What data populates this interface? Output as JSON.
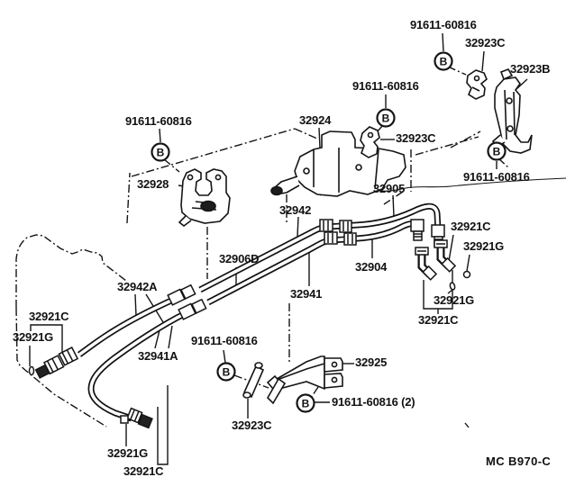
{
  "diagram": {
    "code": "MC B970-C",
    "fastener_symbol": "B",
    "parts": [
      {
        "id": "bolt-top-right",
        "text": "91611-60816"
      },
      {
        "id": "clamp-top-right",
        "text": "32923C"
      },
      {
        "id": "bracket-right",
        "text": "32923B"
      },
      {
        "id": "bolt-upper-mid",
        "text": "91611-60816"
      },
      {
        "id": "clamp-mid",
        "text": "32923C"
      },
      {
        "id": "bolt-left",
        "text": "91611-60816"
      },
      {
        "id": "bracket-upper-mid",
        "text": "32924"
      },
      {
        "id": "bracket-left",
        "text": "32928"
      },
      {
        "id": "tube-upper",
        "text": "32905"
      },
      {
        "id": "bolt-right",
        "text": "91611-60816"
      },
      {
        "id": "union-mid",
        "text": "32942"
      },
      {
        "id": "connector-right-upper",
        "text": "32921C"
      },
      {
        "id": "gasket-right-upper",
        "text": "32921G"
      },
      {
        "id": "tube-left",
        "text": "32906D"
      },
      {
        "id": "tube-lower",
        "text": "32904"
      },
      {
        "id": "tube-lower-left",
        "text": "32941"
      },
      {
        "id": "hose-upper",
        "text": "32942A"
      },
      {
        "id": "gasket-right-lower",
        "text": "32921G"
      },
      {
        "id": "connector-right-lower",
        "text": "32921C"
      },
      {
        "id": "connector-left",
        "text": "32921C"
      },
      {
        "id": "gasket-left",
        "text": "32921G"
      },
      {
        "id": "hose-lower",
        "text": "32941A"
      },
      {
        "id": "bolt-bottom",
        "text": "91611-60816"
      },
      {
        "id": "bracket-bottom",
        "text": "32925"
      },
      {
        "id": "bolt-bottom-right",
        "text": "91611-60816 (2)"
      },
      {
        "id": "clamp-bottom",
        "text": "32923C"
      },
      {
        "id": "gasket-bottom",
        "text": "32921G"
      },
      {
        "id": "connector-bottom",
        "text": "32921C"
      }
    ]
  }
}
